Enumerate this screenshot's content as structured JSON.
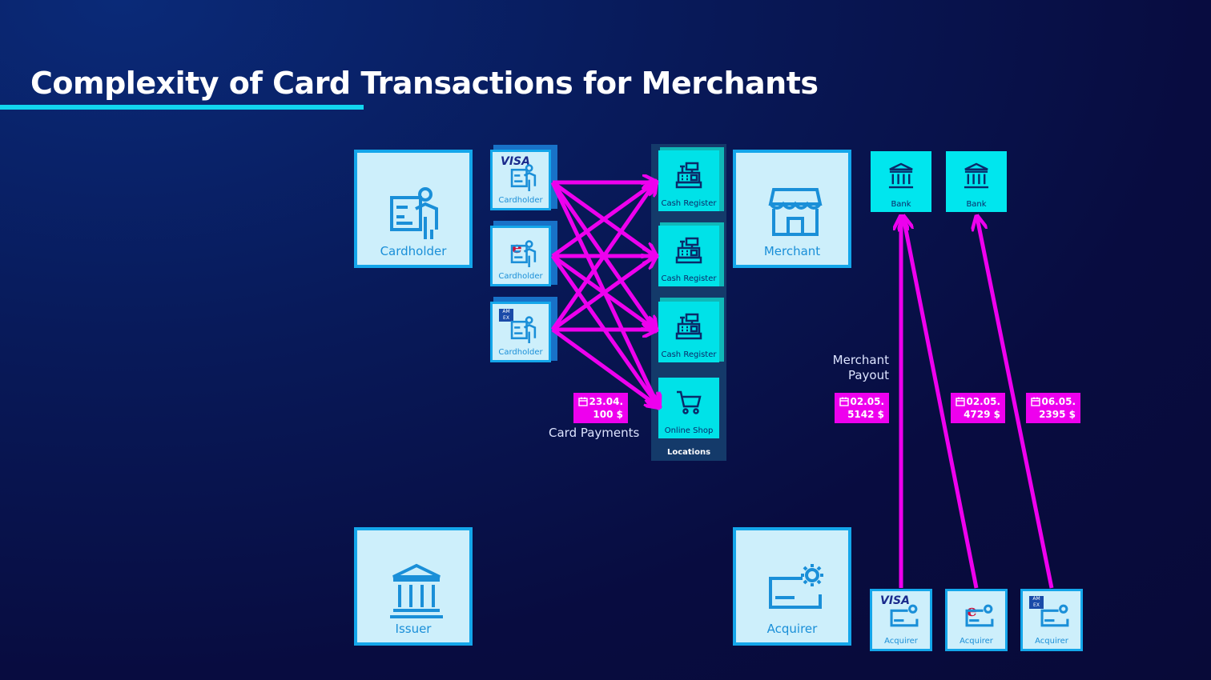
{
  "title": "Complexity of Card Transactions for Merchants",
  "colors": {
    "accent": "#12d6ee",
    "arrow": "#ee00ee",
    "box_fill": "#cdeffb",
    "box_border": "#14a6ea",
    "cyan": "#00e6ee"
  },
  "nodes": {
    "cardholder": {
      "label": "Cardholder",
      "icon": "cardholder-icon"
    },
    "merchant": {
      "label": "Merchant",
      "icon": "store-icon"
    },
    "issuer": {
      "label": "Issuer",
      "icon": "bank-icon"
    },
    "acquirer": {
      "label": "Acquirer",
      "icon": "acquirer-icon"
    }
  },
  "cardholders": [
    {
      "label": "Cardholder",
      "brand": "VISA"
    },
    {
      "label": "Cardholder",
      "brand": "ec"
    },
    {
      "label": "Cardholder",
      "brand": "AM EX"
    }
  ],
  "locations": {
    "label": "Locations",
    "items": [
      {
        "label": "Cash Register",
        "icon": "cash-register-icon"
      },
      {
        "label": "Cash Register",
        "icon": "cash-register-icon"
      },
      {
        "label": "Cash Register",
        "icon": "cash-register-icon"
      },
      {
        "label": "Online Shop",
        "icon": "cart-icon"
      }
    ]
  },
  "banks": [
    {
      "label": "Bank"
    },
    {
      "label": "Bank"
    }
  ],
  "acquirers": [
    {
      "label": "Acquirer",
      "brand": "VISA"
    },
    {
      "label": "Acquirer",
      "brand": "ec"
    },
    {
      "label": "Acquirer",
      "brand": "AM EX"
    }
  ],
  "card_payments": {
    "caption": "Card Payments",
    "date": "23.04.",
    "amount": "100 $"
  },
  "payouts": {
    "caption_line1": "Merchant",
    "caption_line2": "Payout",
    "items": [
      {
        "date": "02.05.",
        "amount": "5142 $"
      },
      {
        "date": "02.05.",
        "amount": "4729 $"
      },
      {
        "date": "06.05.",
        "amount": "2395 $"
      }
    ]
  }
}
